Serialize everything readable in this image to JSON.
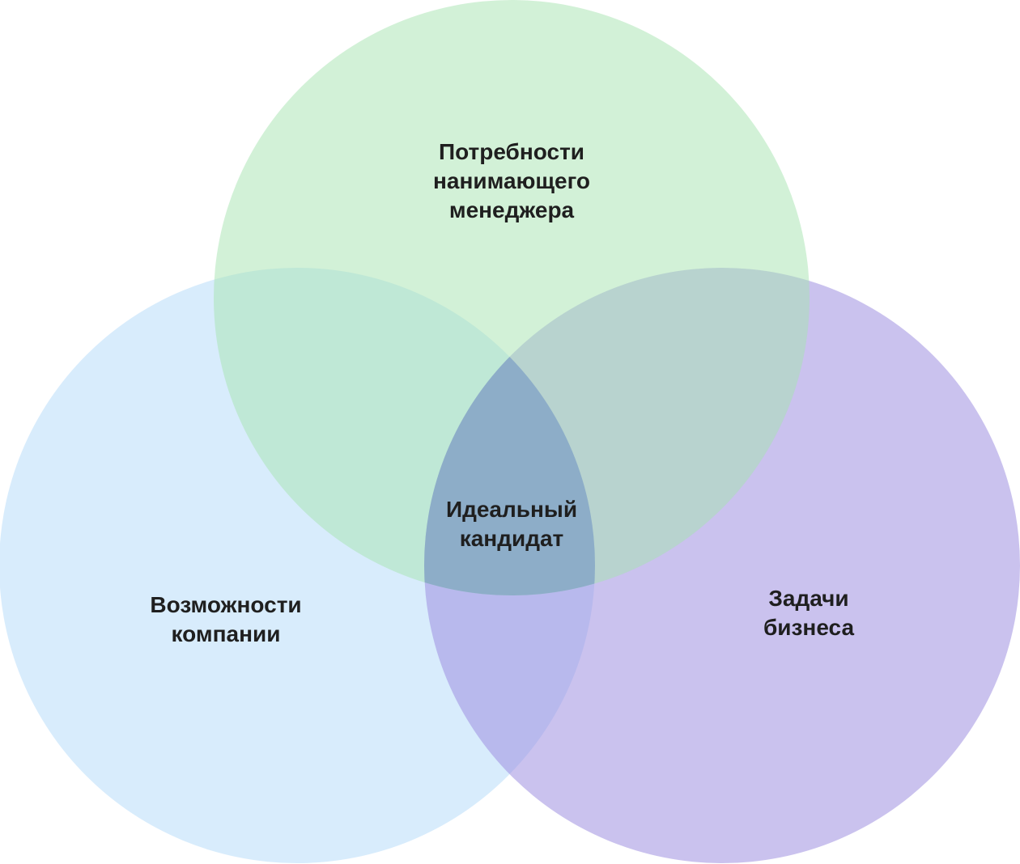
{
  "diagram": {
    "sets": [
      {
        "id": "manager",
        "label_lines": [
          "Потребности",
          "нанимающего",
          "менеджера"
        ],
        "color": "#a6e3b0"
      },
      {
        "id": "company",
        "label_lines": [
          "Возможности",
          "компании"
        ],
        "color": "#b8dcfa"
      },
      {
        "id": "business",
        "label_lines": [
          "Задачи",
          "бизнеса"
        ],
        "color": "#9e8fe0"
      }
    ],
    "intersection": {
      "label_lines": [
        "Идеальный",
        "кандидат"
      ],
      "color": "#8aaac8"
    }
  }
}
